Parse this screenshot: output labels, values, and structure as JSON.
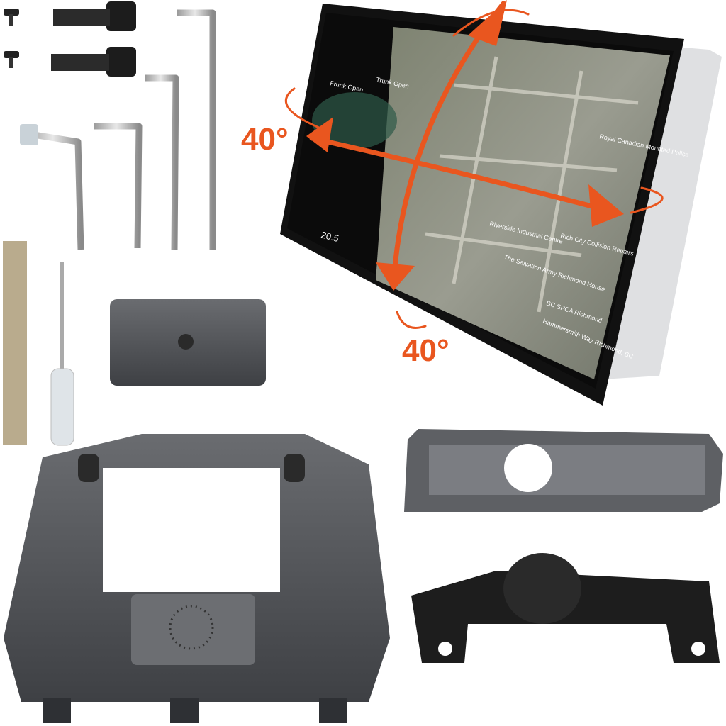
{
  "annotations": {
    "tilt_angle_horizontal": "40°",
    "tilt_angle_vertical": "40°",
    "accent_color": "#e9561f"
  },
  "screen": {
    "trunk_label": "Trunk Open",
    "frunk_label": "Frunk Open",
    "temperature": "20.5",
    "map_labels": [
      "Royal Canadian Mounted Police",
      "Riverside Industrial Centre",
      "Rich City Collision Repairs",
      "The Salvation Army Richmond House",
      "BC SPCA Richmond",
      "Hammersmith Way Richmond, BC"
    ]
  }
}
